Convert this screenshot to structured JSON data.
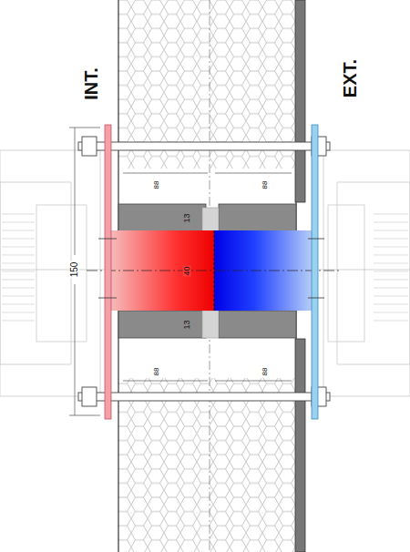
{
  "diagram": {
    "labels": [
      "INT.",
      "EXT.",
      "150",
      "13",
      "40",
      "13",
      "88",
      "88",
      "88",
      "88"
    ]
  }
}
